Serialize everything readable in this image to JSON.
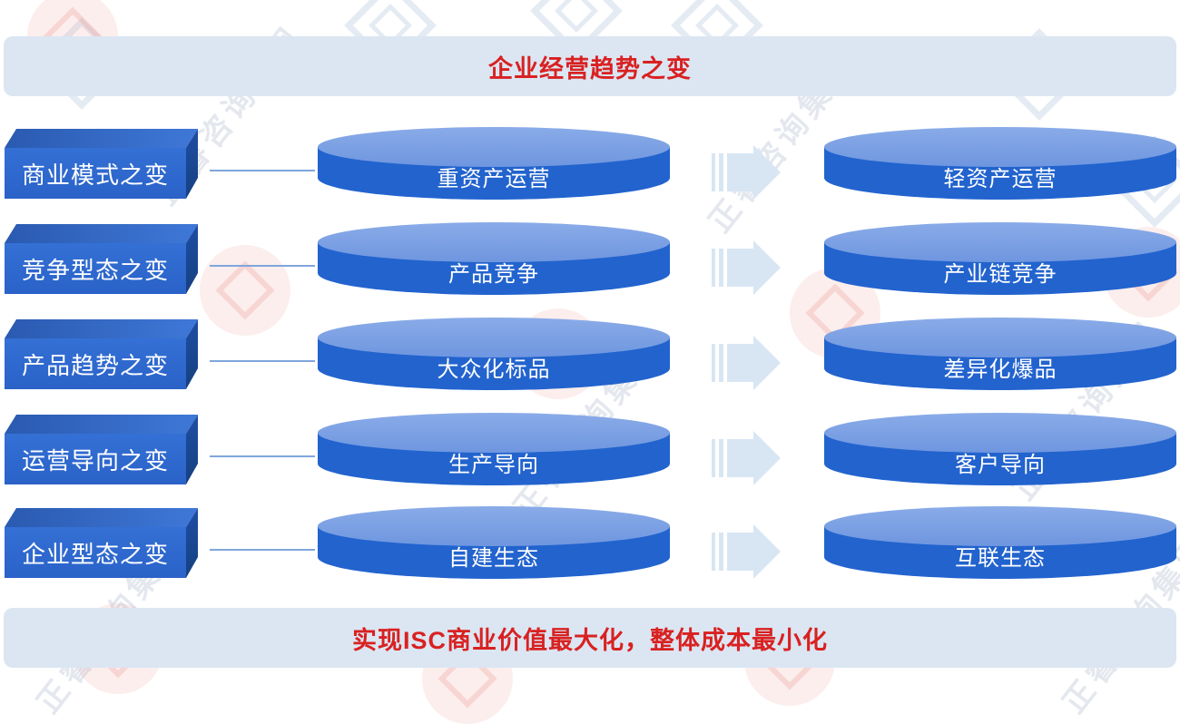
{
  "title": {
    "text": "企业经营趋势之变"
  },
  "footer": {
    "text": "实现ISC商业价值最大化，整体成本最小化"
  },
  "rows": [
    {
      "label": "商业模式之变",
      "from": "重资产运营",
      "to": "轻资产运营"
    },
    {
      "label": "竞争型态之变",
      "from": "产品竞争",
      "to": "产业链竞争"
    },
    {
      "label": "产品趋势之变",
      "from": "大众化标品",
      "to": "差异化爆品"
    },
    {
      "label": "运营导向之变",
      "from": "生产导向",
      "to": "客户导向"
    },
    {
      "label": "企业型态之变",
      "from": "自建生态",
      "to": "互联生态"
    }
  ],
  "watermark": {
    "text": "正睿咨询集团"
  },
  "colors": {
    "banner_bg": "#dbe6f2",
    "title_red": "#d92121",
    "box_blue": "#2c69d1",
    "cylinder_body": "#2263ce",
    "cylinder_top": "#7da2e5",
    "arrow_blue": "#d8e6f4",
    "connector_blue": "#7fa6dd"
  }
}
